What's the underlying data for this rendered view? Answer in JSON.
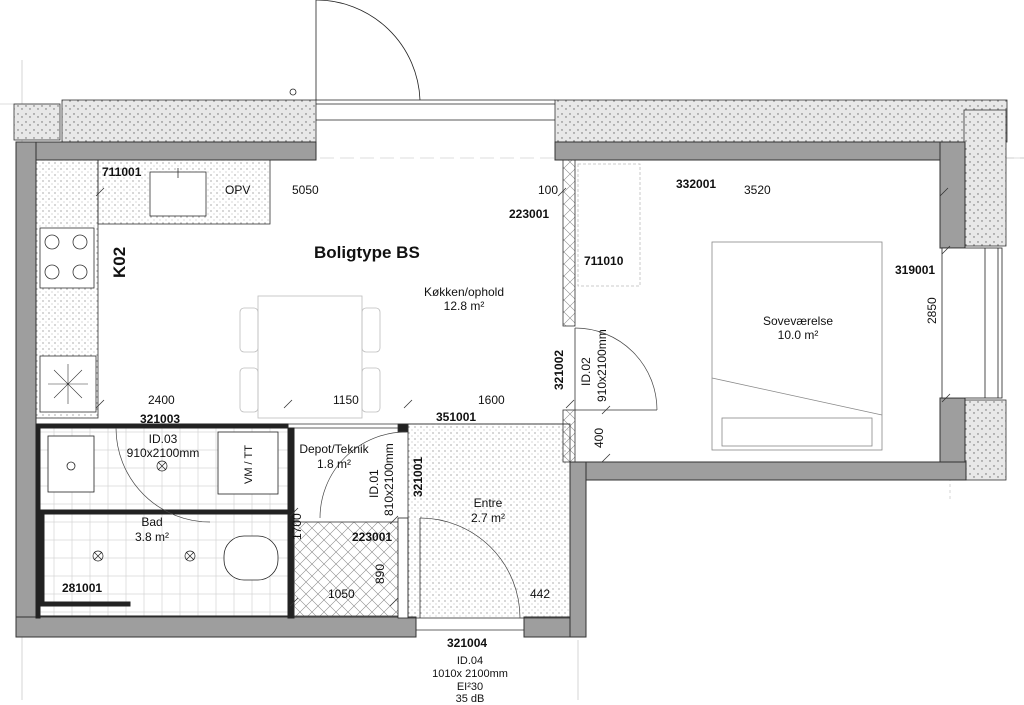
{
  "plan": {
    "title": "Boligtype BS",
    "unit_code": "K02",
    "rooms": {
      "kitchen": {
        "name": "Køkken/ophold",
        "area": "12.8 m²"
      },
      "bedroom": {
        "name": "Soveværelse",
        "area": "10.0 m²"
      },
      "bath": {
        "name": "Bad",
        "area": "3.8 m²"
      },
      "depot": {
        "name": "Depot/Teknik",
        "area": "1.8 m²"
      },
      "entre": {
        "name": "Entre",
        "area": "2.7 m²"
      }
    },
    "codes": {
      "kitchen_top": "711001",
      "bedroom_top": "332001",
      "partition_top": "223001",
      "wardrobe": "711010",
      "window_right": "319001",
      "door_bedroom": "321002",
      "door_bath": "321003",
      "depot_wall": "351001",
      "door_depot": "321001",
      "depot_inner": "223001",
      "shower": "281001",
      "door_entry": "321004"
    },
    "labels": {
      "opv": "OPV",
      "washer": "VM / TT"
    },
    "dimensions": {
      "kitchen_width": "5050",
      "partition": "100",
      "bedroom_width": "3520",
      "bedroom_depth": "2850",
      "lower_left": "2400",
      "lower_mid": "1150",
      "lower_right": "1600",
      "bedroom_step": "400",
      "bath_height": "1700",
      "depot_width": "1050",
      "depot_height": "890",
      "entre_side": "442"
    },
    "doors": {
      "bath": {
        "id": "ID.03",
        "size": "910x2100mm"
      },
      "bedroom": {
        "id": "ID.02",
        "size": "910x2100mm"
      },
      "depot": {
        "id": "ID.01",
        "size": "810x2100mm"
      },
      "entry": {
        "id": "ID.04",
        "size": "1010x 2100mm",
        "fire": "EI²30",
        "sound": "35 dB"
      }
    }
  }
}
